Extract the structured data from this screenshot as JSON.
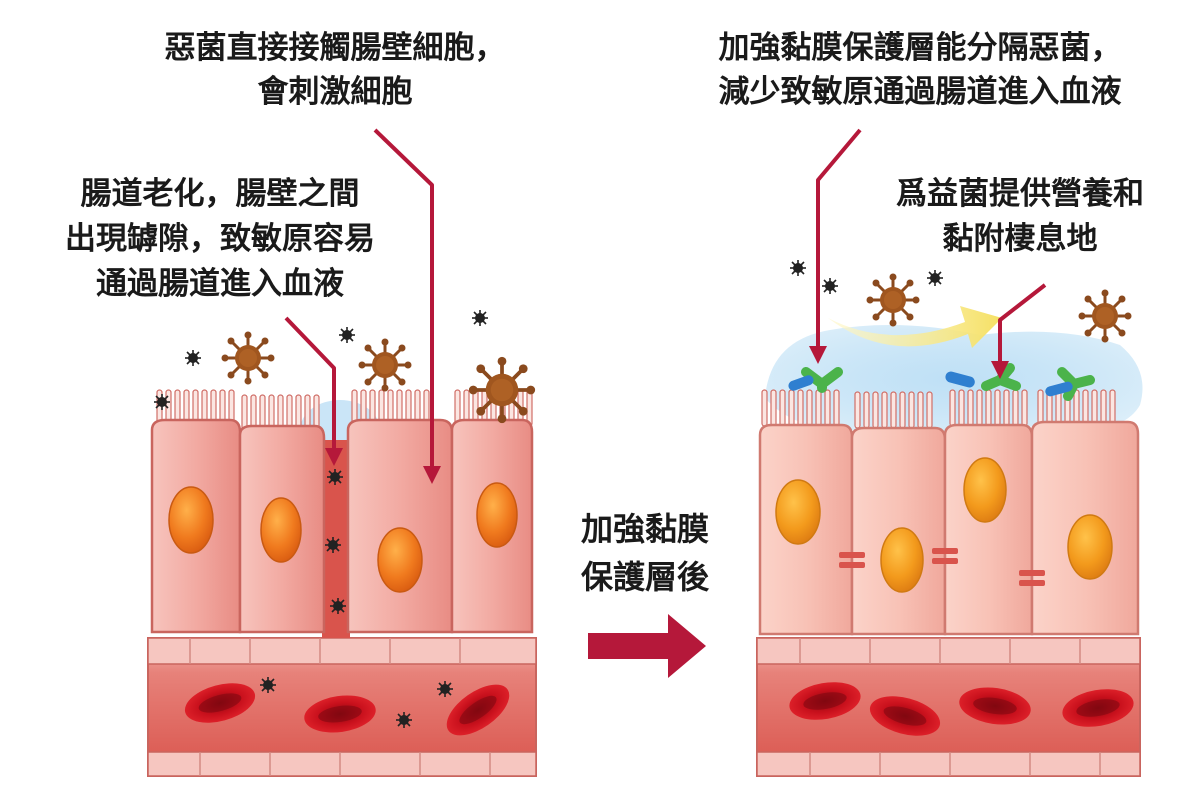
{
  "labels": {
    "left_top": [
      "惡菌直接接觸腸壁細胞，",
      "會刺激細胞"
    ],
    "left_mid": [
      "腸道老化，腸壁之間",
      "出現罅隙，致敏原容易",
      "通過腸道進入血液"
    ],
    "right_top": [
      "加強黏膜保護層能分隔惡菌，",
      "減少致敏原通過腸道進入血液"
    ],
    "right_mid": [
      "爲益菌提供營養和",
      "黏附棲息地"
    ],
    "center": [
      "加強黏膜",
      "保護層後"
    ]
  },
  "icons": {
    "arrow": "arrow-right-icon",
    "virus": "virus-icon",
    "allergen": "allergen-particle-icon",
    "bacteria": "probiotic-bacteria-icon"
  },
  "colors": {
    "arrow": "#b5183a",
    "cell_fill": "#f2a9a3",
    "cell_stroke": "#c9655e",
    "nucleus": "#f07a1e",
    "nucleus_right": "#f39a1c",
    "mucus": "#a9d6f2",
    "blood_cell": "#c8101c",
    "vessel": "#e58c86",
    "virus": "#8a4a1e",
    "bacteria_green": "#4bb34b",
    "bacteria_blue": "#2f7fd0"
  }
}
